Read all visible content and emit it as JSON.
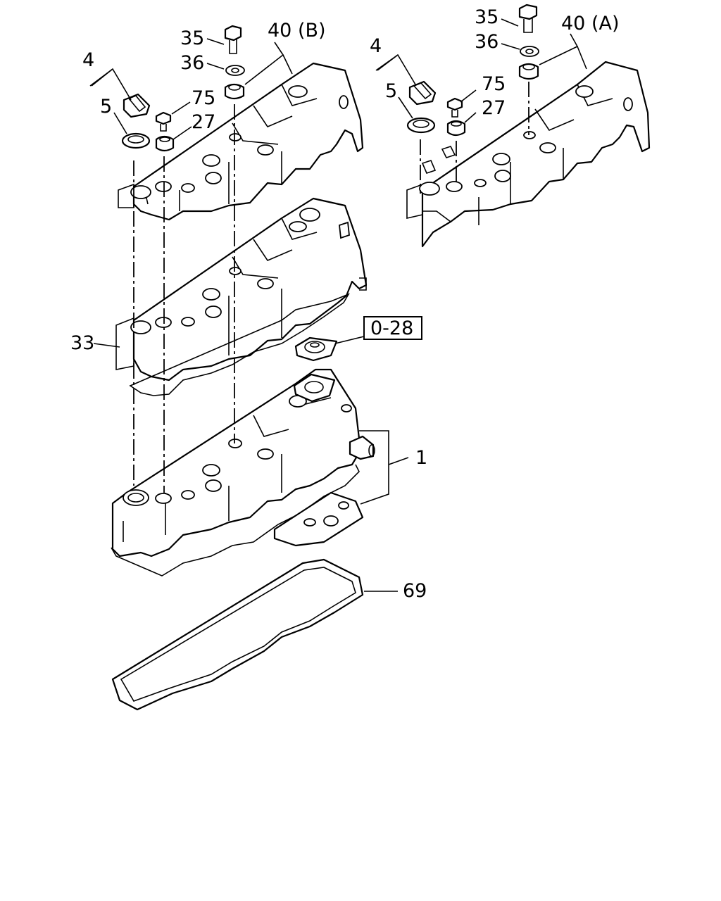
{
  "labels": {
    "l35_left": "35",
    "l36_left": "36",
    "l40b": "40 (B)",
    "l4_left": "4",
    "l5_left": "5",
    "l75_left": "75",
    "l27_left": "27",
    "l35_right": "35",
    "l36_right": "36",
    "l40a": "40 (A)",
    "l4_right": "4",
    "l5_right": "5",
    "l75_right": "75",
    "l27_right": "27",
    "l33": "33",
    "l028": "0-28",
    "l1": "1",
    "l69": "69"
  }
}
